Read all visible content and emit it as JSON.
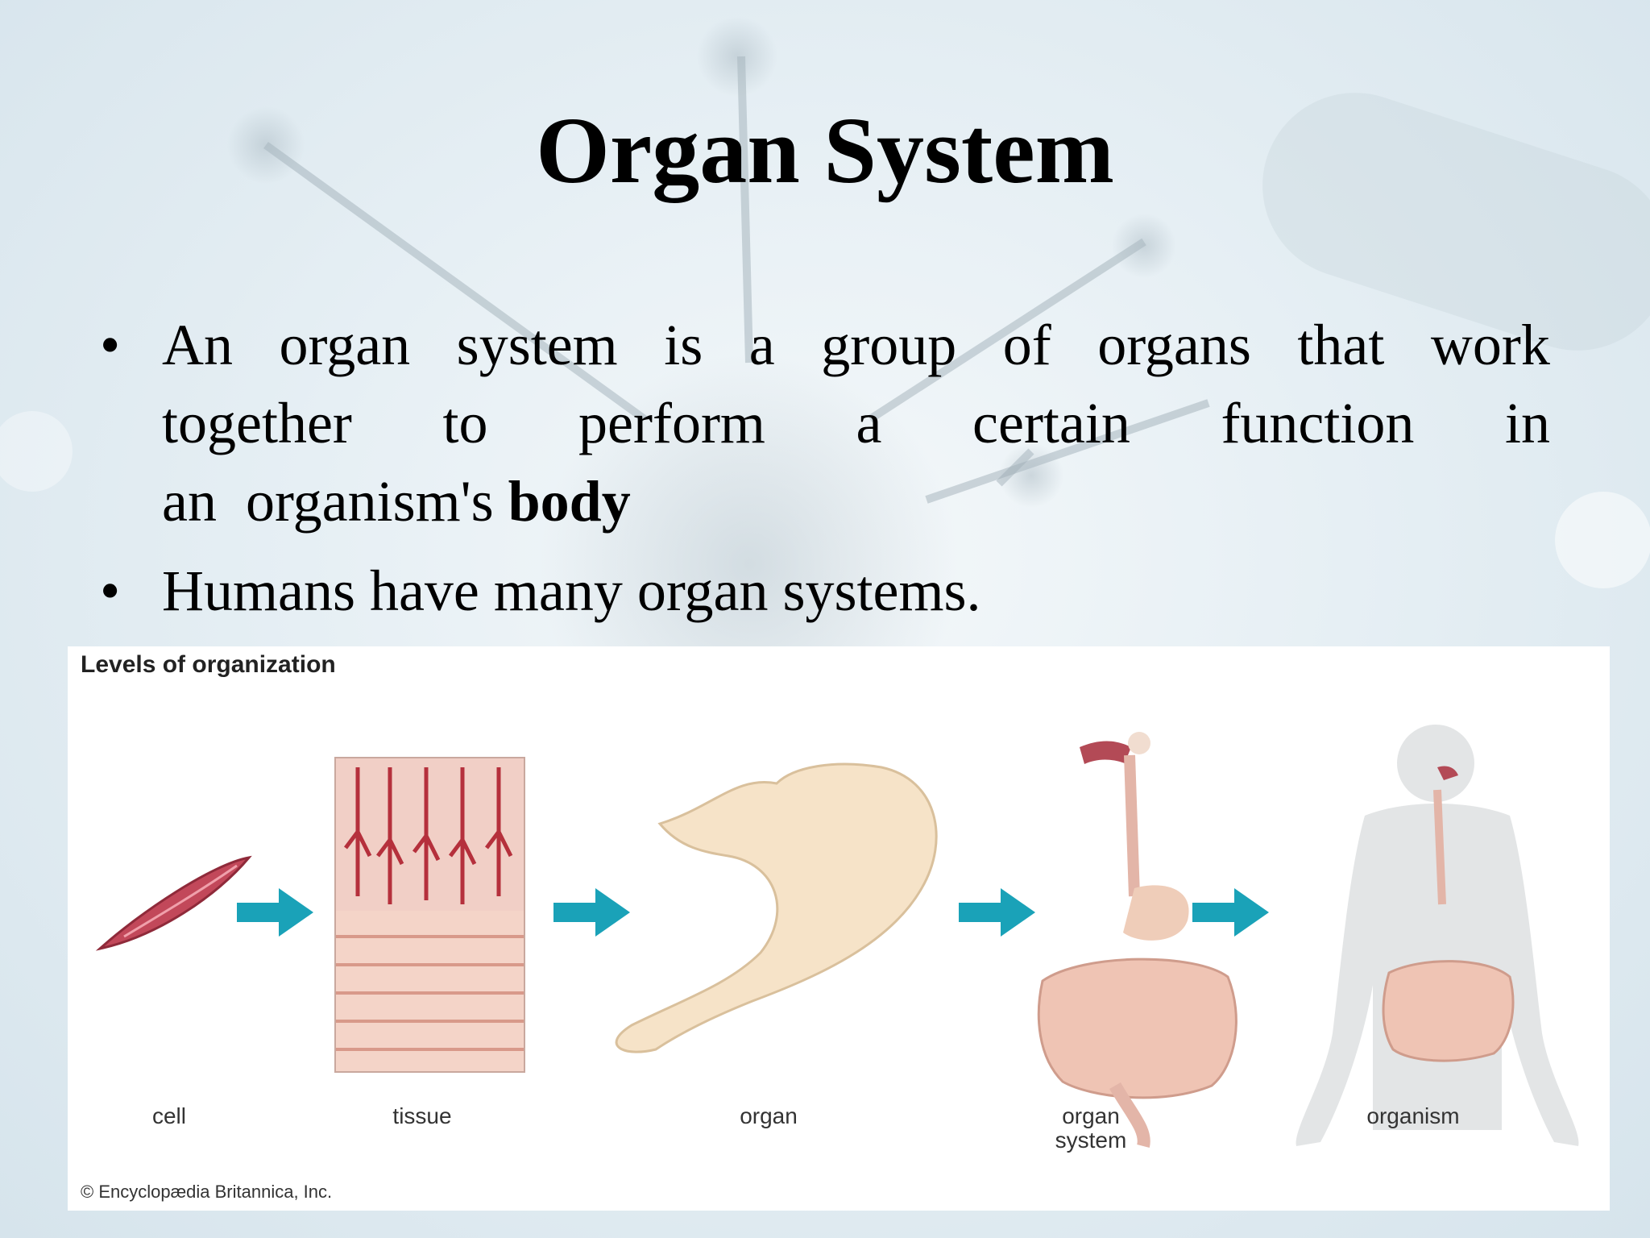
{
  "slide": {
    "title": "Organ System",
    "bullets": [
      {
        "symbol": "•",
        "lines": [
          [
            "An",
            "organ",
            "system",
            "is",
            "a",
            "group",
            "of",
            "organs",
            "that",
            "work"
          ],
          [
            "together",
            "to",
            "perform",
            "a",
            "certain",
            "function",
            "in"
          ]
        ],
        "last_line_prefix": "an  organism's ",
        "last_line_bold": "body"
      },
      {
        "symbol": "•",
        "text": "Humans have many organ systems."
      }
    ]
  },
  "figure": {
    "title": "Levels of organization",
    "labels": {
      "cell": "cell",
      "tissue": "tissue",
      "organ": "organ",
      "organ_system_1": "organ",
      "organ_system_2": "system",
      "organism": "organism"
    },
    "credit": "© Encyclopædia Britannica, Inc.",
    "colors": {
      "arrow": "#1aa2b8",
      "cell": "#c2485a",
      "tissue_red": "#b5303c",
      "organ_fill": "#f6e3c8",
      "body_silhouette": "#e3e5e6",
      "intestine": "#efc4b4"
    }
  }
}
